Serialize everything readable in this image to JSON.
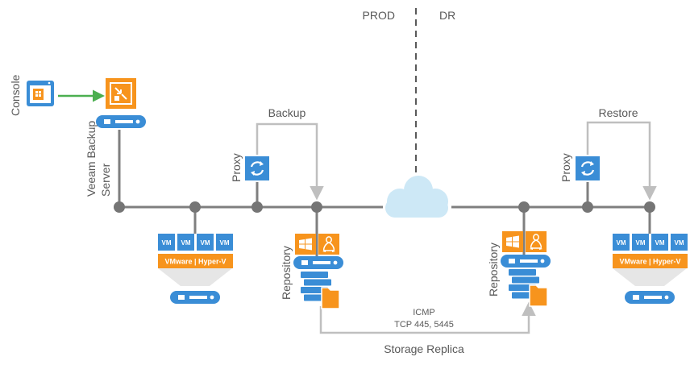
{
  "zones": {
    "prod": "PROD",
    "dr": "DR"
  },
  "labels": {
    "console": "Console",
    "backup_server": [
      "Veeam Backup",
      "Server"
    ],
    "proxy_left": "Proxy",
    "proxy_right": "Proxy",
    "backup": "Backup",
    "restore": "Restore",
    "repository_left": "Repository",
    "repository_right": "Repository",
    "icmp": "ICMP",
    "tcp": "TCP 445, 5445",
    "storage_replica": "Storage Replica"
  },
  "host_left": {
    "vms": [
      "VM",
      "VM",
      "VM",
      "VM"
    ],
    "platform": "VMware | Hyper-V"
  },
  "host_right": {
    "vms": [
      "VM",
      "VM",
      "VM",
      "VM"
    ],
    "platform": "VMware | Hyper-V"
  },
  "colors": {
    "orange": "#F7941D",
    "blue": "#3A8DD6",
    "line_gray": "#7F7F7F",
    "node_gray": "#757575",
    "arrow_gray": "#BFBFBF",
    "green": "#4CAF50",
    "cloud": "#CDE8F6"
  },
  "icons": [
    "console-icon",
    "backup-server-icon",
    "proxy-icon",
    "windows-icon",
    "linux-icon",
    "storage-icon",
    "cloud-icon"
  ]
}
